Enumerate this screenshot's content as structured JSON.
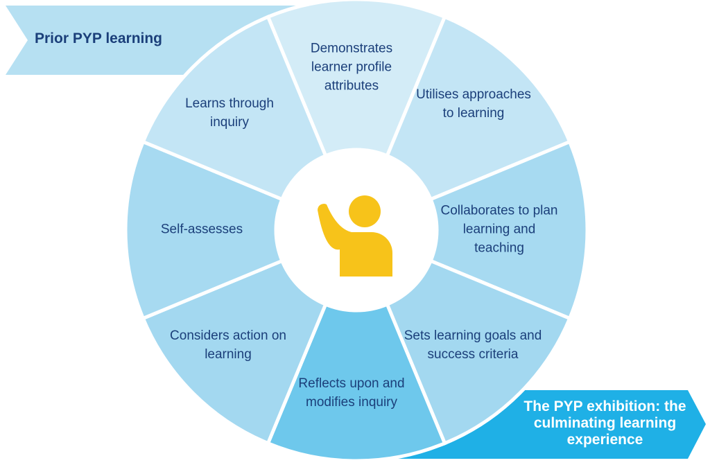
{
  "top_banner": {
    "label": "Prior PYP learning",
    "color": "#b6e0f2"
  },
  "bottom_banner": {
    "label": "The PYP exhibition: the culminating learning experience",
    "color": "#1fb0e6"
  },
  "center": {
    "icon": "learner-raised-hand-icon",
    "icon_color": "#f7c31a",
    "background": "#ffffff"
  },
  "segments": [
    {
      "label": "Demonstrates learner profile attributes",
      "color": "#d3ecf7"
    },
    {
      "label": "Utilises approaches to learning",
      "color": "#c3e5f5"
    },
    {
      "label": "Collaborates to plan learning and teaching",
      "color": "#a7daf1"
    },
    {
      "label": "Sets learning goals and success criteria",
      "color": "#a3d8f0"
    },
    {
      "label": "Reflects upon and modifies inquiry",
      "color": "#6ec8ec"
    },
    {
      "label": "Considers action on learning",
      "color": "#a3d8f0"
    },
    {
      "label": "Self-assesses",
      "color": "#a7daf1"
    },
    {
      "label": "Learns through inquiry",
      "color": "#c3e5f5"
    }
  ]
}
